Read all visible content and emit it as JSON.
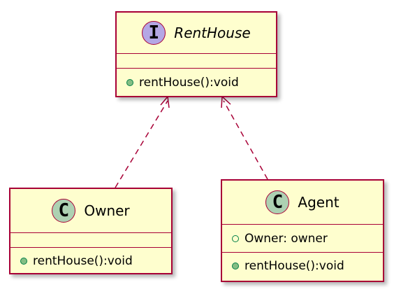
{
  "classes": {
    "rent_house": {
      "stereotype_letter": "I",
      "name": "RentHouse",
      "fields": [],
      "methods": [
        {
          "visibility": "public",
          "text": "rentHouse():void"
        }
      ]
    },
    "owner": {
      "stereotype_letter": "C",
      "name": "Owner",
      "fields": [],
      "methods": [
        {
          "visibility": "public",
          "text": "rentHouse():void"
        }
      ]
    },
    "agent": {
      "stereotype_letter": "C",
      "name": "Agent",
      "fields": [
        {
          "visibility": "public",
          "text": "Owner: owner"
        }
      ],
      "methods": [
        {
          "visibility": "public",
          "text": "rentHouse():void"
        }
      ]
    }
  },
  "relations": [
    {
      "from": "Owner",
      "to": "RentHouse",
      "type": "realization"
    },
    {
      "from": "Agent",
      "to": "RentHouse",
      "type": "realization"
    }
  ],
  "colors": {
    "border": "#a80036",
    "fill": "#fefece",
    "interface_badge": "#b4a7e5",
    "class_badge": "#add1b2",
    "visibility_public": "#84be84"
  }
}
